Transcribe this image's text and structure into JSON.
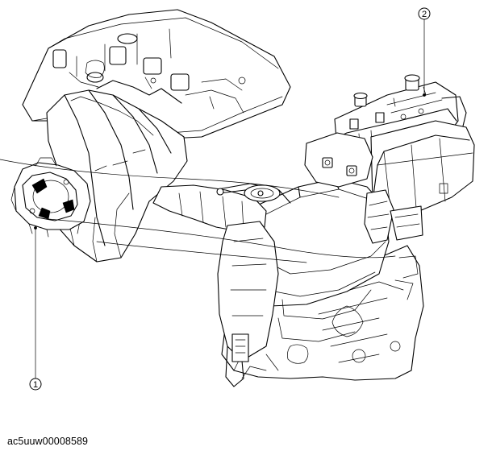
{
  "figure": {
    "id": "ac5uuw00008589"
  },
  "callouts": [
    {
      "label": "1",
      "part": "component-1"
    },
    {
      "label": "2",
      "part": "component-2"
    }
  ],
  "style": {
    "line_color": "#000000",
    "background": "#ffffff"
  }
}
